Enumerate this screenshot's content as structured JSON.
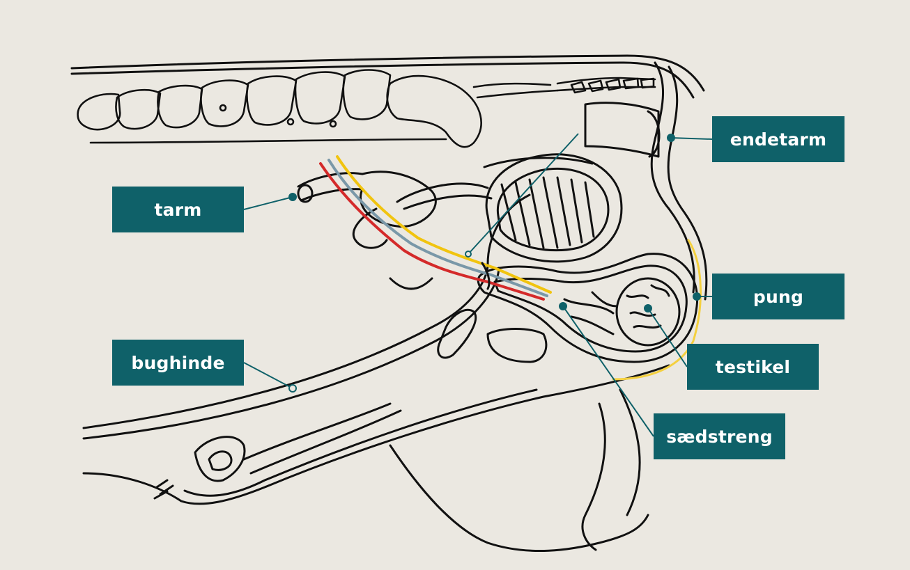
{
  "labels": {
    "tarm": "tarm",
    "bughinde": "bughinde",
    "endetarm": "endetarm",
    "pung": "pung",
    "testikel": "testikel",
    "saedstreng": "sædstreng"
  },
  "colors": {
    "background": "#ebe8e1",
    "label_fill": "#0f6169",
    "label_text": "#ffffff",
    "leader_line": "#0f6169",
    "line_art": "#111111",
    "cord_red": "#d42a2a",
    "cord_blue": "#7a98a8",
    "cord_yellow": "#f1c40f",
    "scrotum_highlight": "#f4d03f"
  }
}
